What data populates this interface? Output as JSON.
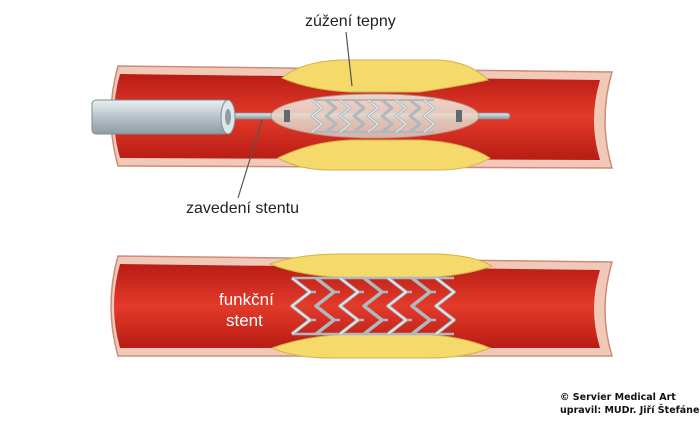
{
  "labels": {
    "narrowing": "zúžení tepny",
    "stent_insertion": "zavedení stentu",
    "functional_stent_line1": "funkční",
    "functional_stent_line2": "stent"
  },
  "credits": {
    "line1": "© Servier Medical Art",
    "line2": "upravil: MUDr. Jiří Štefánek"
  },
  "colors": {
    "vessel_wall": "#f2c9b8",
    "vessel_lumen": "#d7261c",
    "plaque": "#f5d96a",
    "catheter": "#c9d3d8",
    "stent": "#b9c2c8"
  }
}
